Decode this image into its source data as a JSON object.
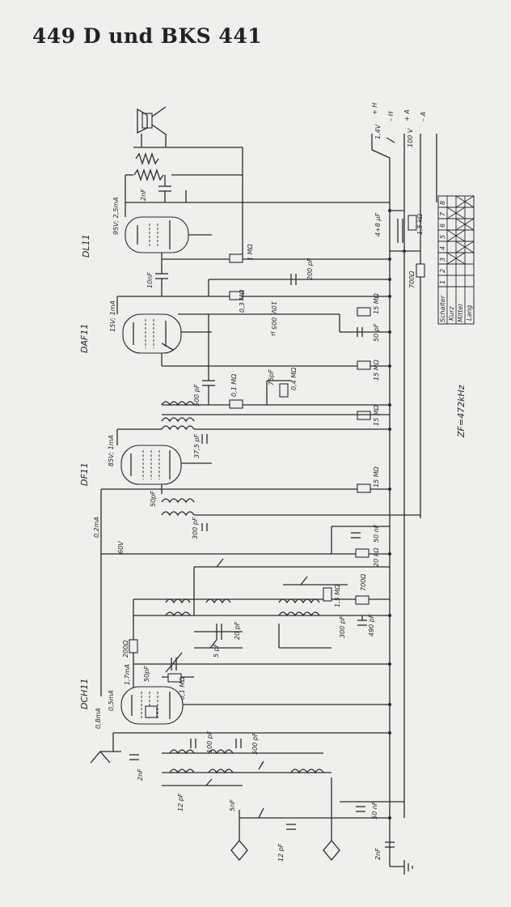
{
  "title": "449 D und BKS 441",
  "tubes": [
    {
      "name": "DL11",
      "op": "95V; 2,5mA"
    },
    {
      "name": "DAF11",
      "op": "15V; 1mA"
    },
    {
      "name": "DF11",
      "op": "85V; 1mA"
    },
    {
      "name": "DCH11",
      "op1": "1,7mA",
      "op2": "0,5mA",
      "op3": "0,8mA"
    }
  ],
  "supply": {
    "plus_h": "+ H",
    "minus_h": "– H",
    "plus_a": "+ A",
    "minus_a": "– A",
    "v_heater": "1,4V",
    "v_anode": "100 V"
  },
  "if_label": "ZF=472kHz",
  "components": {
    "c_2nf_top": "2nF",
    "c_10nf": "10nF",
    "r_1m": "1 MΩ",
    "c_200pf": "200 pF",
    "r_03m": "0,3 MΩ",
    "c_0005": "10V, 005 µ",
    "r_15m_a": "15 MΩ",
    "c_50pf_a": "50 pF",
    "c_500pf": "500 pF",
    "r_01m_a": "0,1 MΩ",
    "c_75pf": "75pF",
    "r_04m": "0,4 MΩ",
    "r_15m_b": "15 MΩ",
    "r_15m_c": "15 MΩ",
    "c_375pf": "37,5 pF",
    "c_50pf_b": "50pF",
    "r_15m_d": "15 MΩ",
    "c_300pf_a": "300 pF",
    "c_50nf": "50 nF",
    "r_20k": "20 kΩ",
    "c_48": "4+8 µF",
    "r_15k": "1,5 kΩ",
    "r_700_a": "700Ω",
    "i_02ma": "0,2mA",
    "v_60": "60V",
    "r_15m_e": "1,5 MΩ",
    "r_700_b": "700Ω",
    "c_300pf_b": "300 pF",
    "c_490pf": "490 pF",
    "c_20pf": "20 pF",
    "c_5pf_a": "5 pF",
    "r_200": "200Ω",
    "c_50pf_c": "50pF",
    "r_01m_b": "0,1 MΩ",
    "c_100pf": "100 pF",
    "c_500pf_b": "500 pF",
    "c_2nf_b": "2nF",
    "c_12pf_a": "12 pF",
    "c_5nf": "5nF",
    "c_12pf_b": "12 pF",
    "c_50nf_b": "50 nF",
    "c_2nf_c": "2nF"
  },
  "switch_table": {
    "header": [
      "Schalter",
      "1",
      "2",
      "3",
      "4",
      "5",
      "6",
      "7",
      "8"
    ],
    "rows": [
      "Kurz",
      "Mittel",
      "Lang"
    ]
  }
}
